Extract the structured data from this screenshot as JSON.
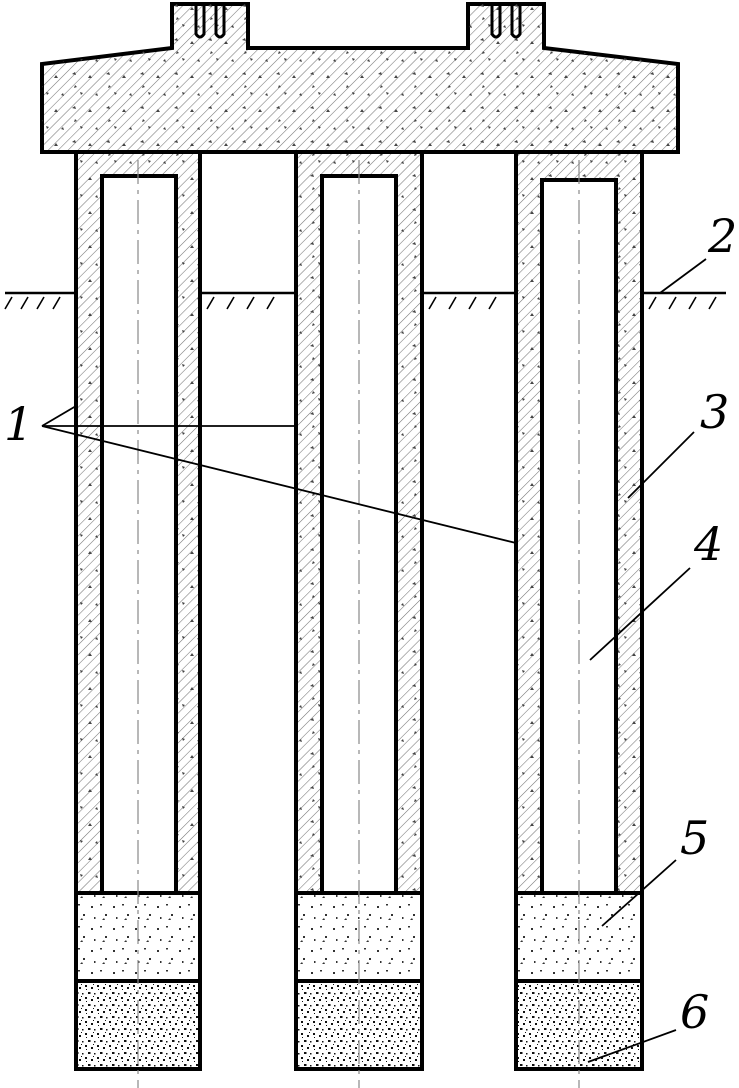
{
  "diagram": {
    "callouts": [
      {
        "id": "1",
        "label": "1"
      },
      {
        "id": "2",
        "label": "2"
      },
      {
        "id": "3",
        "label": "3"
      },
      {
        "id": "4",
        "label": "4"
      },
      {
        "id": "5",
        "label": "5"
      },
      {
        "id": "6",
        "label": "6"
      }
    ],
    "colors": {
      "line": "#000000",
      "hatch": "#555555",
      "background": "#ffffff"
    },
    "piles": [
      "left",
      "middle",
      "right"
    ]
  }
}
